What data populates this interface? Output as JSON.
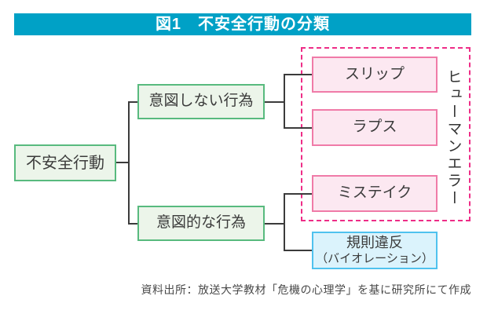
{
  "figure": {
    "title": "図1　不安全行動の分類"
  },
  "diagram": {
    "root": {
      "label": "不安全行動"
    },
    "branches": [
      {
        "label": "意図しない行為",
        "children": [
          {
            "label": "スリップ"
          },
          {
            "label": "ラプス"
          }
        ]
      },
      {
        "label": "意図的な行為",
        "children": [
          {
            "label": "ミステイク"
          },
          {
            "label": "規則違反",
            "label_sub": "（バイオレーション）"
          }
        ]
      }
    ],
    "group": {
      "label": "ヒューマンエラー"
    }
  },
  "footer": {
    "source": "資料出所：放送大学教材「危機の心理学」を基に研究所にて作成"
  },
  "colors": {
    "title_bar_bg": "#00a1c6",
    "title_text": "#ffffff",
    "green_border": "#58ba7e",
    "green_fill": "#ecf5ea",
    "pink_border": "#f07ba8",
    "pink_fill": "#fce8f1",
    "blue_border": "#4fc2ee",
    "blue_fill": "#dbf3fc",
    "group_dash": "#ee2d87",
    "connector": "#3b3b3b"
  }
}
